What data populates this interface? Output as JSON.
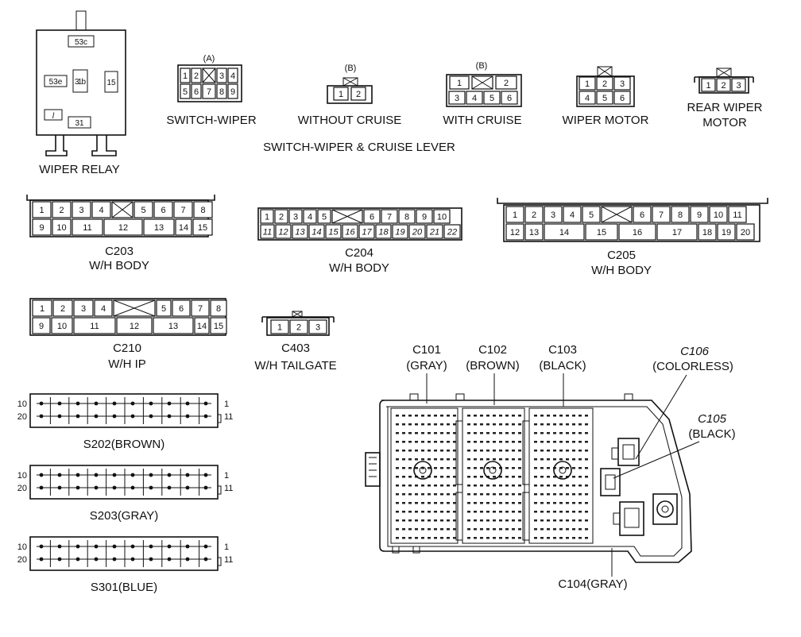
{
  "wiper_relay": {
    "label": "WIPER RELAY",
    "terminals": [
      "53c",
      "53e",
      "31 b",
      "15",
      "l",
      "31"
    ]
  },
  "lever": {
    "title": "SWITCH-WIPER & CRUISE LEVER",
    "switch_wiper": {
      "tag": "(A)",
      "label": "SWITCH-WIPER",
      "top": [
        "1",
        "2",
        "",
        "3",
        "4"
      ],
      "bottom": [
        "5",
        "6",
        "7",
        "8",
        "9"
      ]
    },
    "without_cruise": {
      "tag": "(B)",
      "label": "WITHOUT CRUISE",
      "pins": [
        "1",
        "2"
      ]
    },
    "with_cruise": {
      "tag": "(B)",
      "label": "WITH CRUISE",
      "top": [
        "1",
        "2"
      ],
      "bottom": [
        "3",
        "4",
        "5",
        "6"
      ]
    },
    "wiper_motor": {
      "label": "WIPER MOTOR",
      "top": [
        "1",
        "2",
        "3"
      ],
      "bottom": [
        "4",
        "5",
        "6"
      ]
    },
    "rear_wiper_motor": {
      "label_1": "REAR WIPER",
      "label_2": "MOTOR",
      "pins": [
        "1",
        "2",
        "3"
      ]
    }
  },
  "c203": {
    "name": "C203",
    "desc": "W/H BODY",
    "top": [
      "1",
      "2",
      "3",
      "4",
      "",
      "5",
      "6",
      "7",
      "8"
    ],
    "bottom": [
      "9",
      "10",
      "11",
      "12",
      "13",
      "14",
      "15"
    ]
  },
  "c204": {
    "name": "C204",
    "desc": "W/H BODY",
    "top": [
      "1",
      "2",
      "3",
      "4",
      "5",
      "",
      "6",
      "7",
      "8",
      "9",
      "10"
    ],
    "bottom": [
      "11",
      "12",
      "13",
      "14",
      "15",
      "16",
      "17",
      "18",
      "19",
      "20",
      "21",
      "22"
    ]
  },
  "c205": {
    "name": "C205",
    "desc": "W/H BODY",
    "top": [
      "1",
      "2",
      "3",
      "4",
      "5",
      "",
      "6",
      "7",
      "8",
      "9",
      "10",
      "11"
    ],
    "bottom": [
      "12",
      "13",
      "14",
      "15",
      "16",
      "17",
      "18",
      "19",
      "20"
    ]
  },
  "c210": {
    "name": "C210",
    "desc": "W/H IP",
    "top": [
      "1",
      "2",
      "3",
      "4",
      "",
      "5",
      "6",
      "7",
      "8"
    ],
    "bottom": [
      "9",
      "10",
      "11",
      "12",
      "13",
      "14",
      "15"
    ]
  },
  "c403": {
    "name": "C403",
    "desc": "W/H TAILGATE",
    "pins": [
      "1",
      "2",
      "3"
    ]
  },
  "splices": [
    {
      "label": "S202(BROWN)",
      "left_top": "10",
      "left_bottom": "20",
      "right_top": "1",
      "right_bottom": "11"
    },
    {
      "label": "S203(GRAY)",
      "left_top": "10",
      "left_bottom": "20",
      "right_top": "1",
      "right_bottom": "11"
    },
    {
      "label": "S301(BLUE)",
      "left_top": "10",
      "left_bottom": "20",
      "right_top": "1",
      "right_bottom": "11"
    }
  ],
  "junction_block": {
    "c101": {
      "name": "C101",
      "color": "(GRAY)"
    },
    "c102": {
      "name": "C102",
      "color": "(BROWN)"
    },
    "c103": {
      "name": "C103",
      "color": "(BLACK)"
    },
    "c106": {
      "name": "C106",
      "color": "(COLORLESS)"
    },
    "c105": {
      "name": "C105",
      "color": "(BLACK)"
    },
    "c104": {
      "label": "C104(GRAY)"
    }
  }
}
